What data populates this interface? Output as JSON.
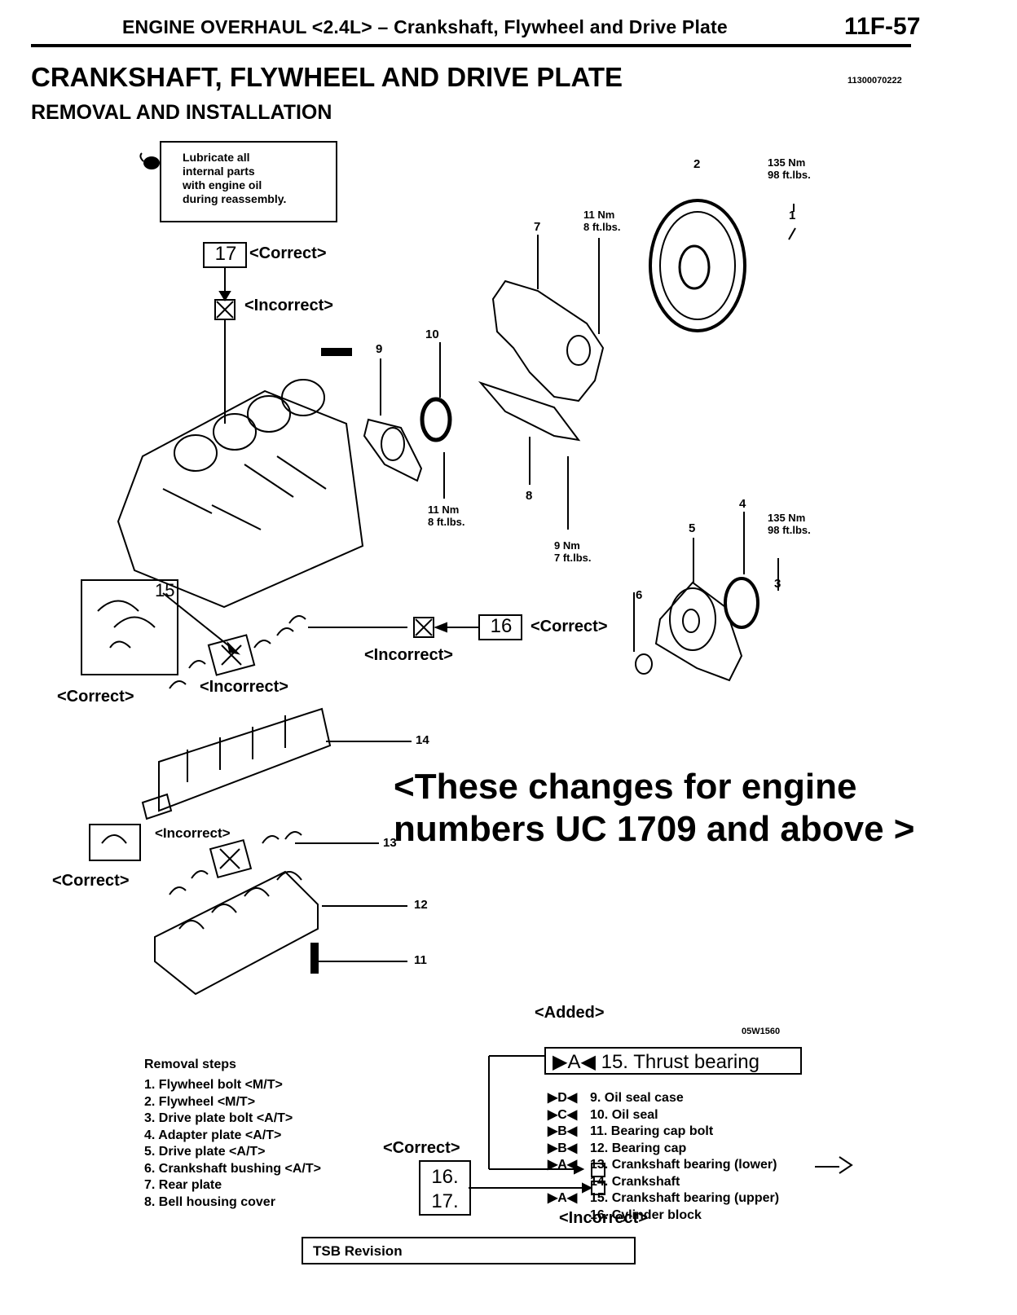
{
  "header": {
    "running_title": "ENGINE OVERHAUL <2.4L> – Crankshaft, Flywheel and Drive Plate",
    "page_number": "11F-57"
  },
  "title": "CRANKSHAFT, FLYWHEEL AND DRIVE PLATE",
  "doc_code": "11300070222",
  "subtitle": "REMOVAL AND INSTALLATION",
  "lube_note": [
    "Lubricate all",
    "internal parts",
    "with engine oil",
    "during reassembly."
  ],
  "torques": {
    "t1": [
      "135 Nm",
      "98 ft.lbs."
    ],
    "t7": [
      "11 Nm",
      "8 ft.lbs."
    ],
    "t10": [
      "11 Nm",
      "8 ft.lbs."
    ],
    "t8": [
      "9 Nm",
      "7 ft.lbs."
    ],
    "t3": [
      "135 Nm",
      "98 ft.lbs."
    ]
  },
  "callouts": {
    "correct": "<Correct>",
    "incorrect": "<Incorrect>",
    "added": "<Added>",
    "n1": "1",
    "n2": "2",
    "n3": "3",
    "n4": "4",
    "n5": "5",
    "n6": "6",
    "n7": "7",
    "n8": "8",
    "n9": "9",
    "n10": "10",
    "n11": "11",
    "n12": "12",
    "n13": "13",
    "n14": "14",
    "n15": "15",
    "n16": "16",
    "n17": "17"
  },
  "changes_note": [
    "<These changes for engine",
    "numbers UC 1709 and above >"
  ],
  "figure_code": "05W1560",
  "removal_steps_title": "Removal steps",
  "removal_steps": [
    "1. Flywheel bolt <M/T>",
    "2. Flywheel <M/T>",
    "3. Drive plate bolt <A/T>",
    "4. Adapter plate <A/T>",
    "5. Drive plate <A/T>",
    "6. Crankshaft bushing <A/T>",
    "7. Rear plate",
    "8. Bell housing cover"
  ],
  "added_step": {
    "marker": "▶A◀",
    "text": "15. Thrust bearing"
  },
  "removal_steps_right": [
    {
      "marker": "▶D◀",
      "text": "9. Oil seal case"
    },
    {
      "marker": "▶C◀",
      "text": "10. Oil seal"
    },
    {
      "marker": "▶B◀",
      "text": "11. Bearing cap bolt"
    },
    {
      "marker": "▶B◀",
      "text": "12. Bearing cap"
    },
    {
      "marker": "▶A◀",
      "text": "13. Crankshaft bearing (lower)"
    },
    {
      "marker": "",
      "text": "14. Crankshaft"
    },
    {
      "marker": "▶A◀",
      "text": "15. Crankshaft bearing (upper)"
    },
    {
      "marker": "",
      "text": "16. Cylinder block"
    }
  ],
  "correct_numbers": [
    "16.",
    "17."
  ],
  "tsb_revision": "TSB Revision"
}
